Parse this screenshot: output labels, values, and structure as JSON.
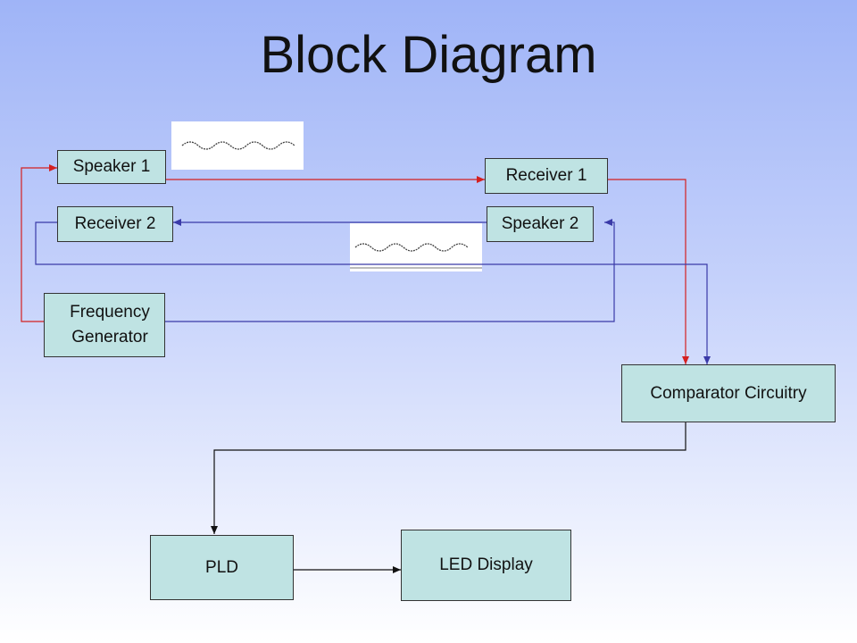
{
  "title": "Block Diagram",
  "blocks": {
    "speaker1": "Speaker 1",
    "receiver1": "Receiver 1",
    "receiver2": "Receiver 2",
    "speaker2": "Speaker 2",
    "frequency_generator_line1": "Frequency",
    "frequency_generator_line2": "Generator",
    "comparator": "Comparator Circuitry",
    "pld": "PLD",
    "led_display": "LED Display"
  },
  "colors": {
    "block_fill": "#bfe3e3",
    "signal_path_1": "#d42020",
    "signal_path_2": "#3a3aa8",
    "control_path": "#111111"
  },
  "icons": [
    "sine-wave-icon",
    "sine-wave-icon"
  ]
}
